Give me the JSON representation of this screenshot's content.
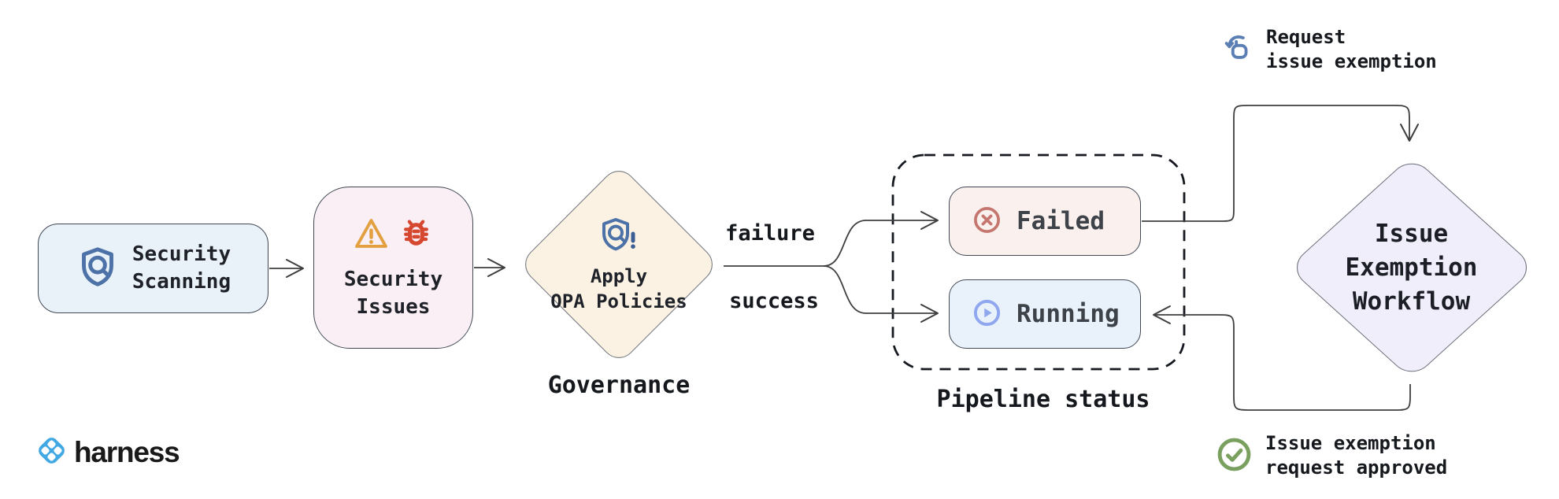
{
  "diagram": {
    "type": "flowchart",
    "background": "#ffffff"
  },
  "nodes": {
    "security_scanning": {
      "lines": [
        "Security",
        "Scanning"
      ],
      "bg": "#e9f1f9",
      "icon": "shield-search-icon"
    },
    "security_issues": {
      "lines": [
        "Security",
        "Issues"
      ],
      "bg": "#f9eff4",
      "icons": [
        "warning-triangle-icon",
        "bug-icon"
      ]
    },
    "apply_opa": {
      "lines": [
        "Apply",
        "OPA Policies"
      ],
      "bg": "#fbf2e4",
      "shape": "diamond",
      "icon": "shield-policy-alert-icon"
    },
    "failed": {
      "label": "Failed",
      "bg": "#faf0ed",
      "icon": "x-circle-icon"
    },
    "running": {
      "label": "Running",
      "bg": "#e9f1fb",
      "icon": "play-circle-icon"
    },
    "issue_exemption": {
      "lines": [
        "Issue",
        "Exemption",
        "Workflow"
      ],
      "bg": "#f0eefa",
      "shape": "diamond"
    }
  },
  "clusters": {
    "governance": {
      "label": "Governance"
    },
    "pipeline_status": {
      "label": "Pipeline status"
    }
  },
  "edges": {
    "failure_label": "failure",
    "success_label": "success"
  },
  "annotations": {
    "request": {
      "lines": [
        "Request",
        "issue exemption"
      ],
      "icon": "hand-request-icon"
    },
    "approved": {
      "lines": [
        "Issue exemption",
        "request approved"
      ],
      "icon": "check-circle-icon"
    }
  },
  "branding": {
    "wordmark": "harness",
    "icon": "harness-logo-icon"
  },
  "colors": {
    "edge": "#3e3e3e",
    "node_border": "#414854",
    "diamond_border": "#686e77",
    "dashed_border": "#161a20",
    "icon_blue": "#4d72a7",
    "warning_orange": "#e2a041",
    "bug_red": "#d6472f",
    "failed_red": "#c5766f",
    "running_blue": "#8ea7ee",
    "request_blue": "#5b7fb5",
    "approved_green": "#79a05e",
    "brand_blue": "#41a8e3"
  }
}
